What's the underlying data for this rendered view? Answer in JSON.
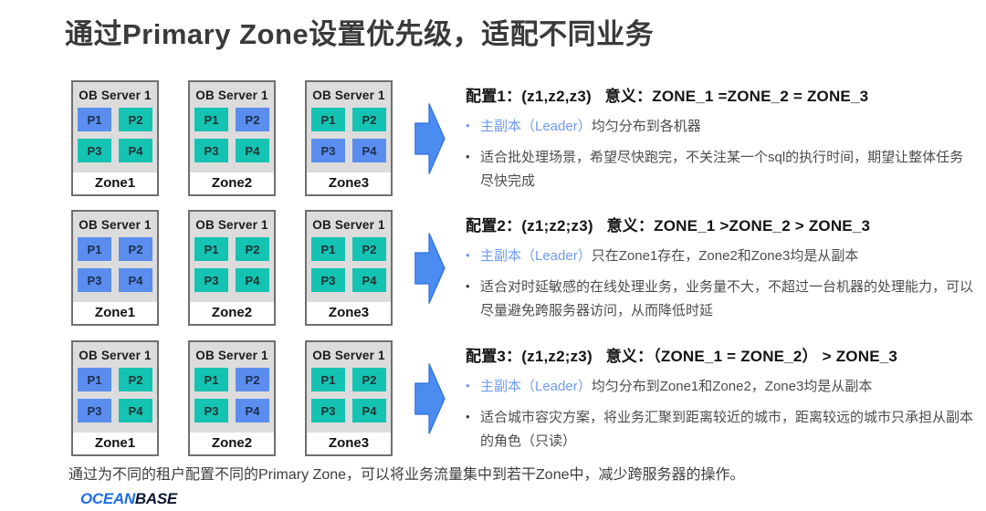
{
  "slide": {
    "title": "通过Primary Zone设置优先级，适配不同业务",
    "footer": "通过为不同的租户配置不同的Primary Zone，可以将业务流量集中到若干Zone中，减少跨服务器的操作。",
    "logo": {
      "ocean": "OCEAN",
      "base": "BASE"
    }
  },
  "server_label": "OB Server 1",
  "colors": {
    "leader_blue": "#5a8dee",
    "follower_teal": "#14c3b2",
    "arrow_fill": "#4a8cf0",
    "arrow_stroke": "#2f6fe0",
    "link_blue": "#6f9bf2",
    "logo_blue": "#1e6bf1",
    "logo_dark": "#0c1530"
  },
  "rows": [
    {
      "zones": [
        {
          "label": "Zone1",
          "partitions": [
            {
              "name": "P1",
              "role": "leader"
            },
            {
              "name": "P2",
              "role": "follower"
            },
            {
              "name": "P3",
              "role": "follower"
            },
            {
              "name": "P4",
              "role": "follower"
            }
          ]
        },
        {
          "label": "Zone2",
          "partitions": [
            {
              "name": "P1",
              "role": "follower"
            },
            {
              "name": "P2",
              "role": "leader"
            },
            {
              "name": "P3",
              "role": "follower"
            },
            {
              "name": "P4",
              "role": "follower"
            }
          ]
        },
        {
          "label": "Zone3",
          "partitions": [
            {
              "name": "P1",
              "role": "follower"
            },
            {
              "name": "P2",
              "role": "follower"
            },
            {
              "name": "P3",
              "role": "leader"
            },
            {
              "name": "P4",
              "role": "leader"
            }
          ]
        }
      ],
      "config": {
        "heading": "配置1：(z1,z2,z3)   意义：ZONE_1 =ZONE_2 = ZONE_3",
        "bullets": [
          {
            "dot": "blue",
            "segments": [
              {
                "text": "主副本（Leader）",
                "blue": true
              },
              {
                "text": "均匀分布到各机器",
                "blue": false
              }
            ]
          },
          {
            "dot": "dark",
            "segments": [
              {
                "text": "适合批处理场景，希望尽快跑完，不关注某一个sql的执行时间，期望让整体任务尽快完成",
                "blue": false
              }
            ]
          }
        ]
      }
    },
    {
      "zones": [
        {
          "label": "Zone1",
          "partitions": [
            {
              "name": "P1",
              "role": "leader"
            },
            {
              "name": "P2",
              "role": "leader"
            },
            {
              "name": "P3",
              "role": "leader"
            },
            {
              "name": "P4",
              "role": "leader"
            }
          ]
        },
        {
          "label": "Zone2",
          "partitions": [
            {
              "name": "P1",
              "role": "follower"
            },
            {
              "name": "P2",
              "role": "follower"
            },
            {
              "name": "P3",
              "role": "follower"
            },
            {
              "name": "P4",
              "role": "follower"
            }
          ]
        },
        {
          "label": "Zone3",
          "partitions": [
            {
              "name": "P1",
              "role": "follower"
            },
            {
              "name": "P2",
              "role": "follower"
            },
            {
              "name": "P3",
              "role": "follower"
            },
            {
              "name": "P4",
              "role": "follower"
            }
          ]
        }
      ],
      "config": {
        "heading": "配置2：(z1;z2;z3)   意义：ZONE_1 >ZONE_2 > ZONE_3",
        "bullets": [
          {
            "dot": "blue",
            "segments": [
              {
                "text": "主副本（Leader）",
                "blue": true
              },
              {
                "text": "只在Zone1存在，Zone2和Zone3均是从副本",
                "blue": false
              }
            ]
          },
          {
            "dot": "dark",
            "segments": [
              {
                "text": "适合对时延敏感的在线处理业务，业务量不大，不超过一台机器的处理能力，可以尽量避免跨服务器访问，从而降低时延",
                "blue": false
              }
            ]
          }
        ]
      }
    },
    {
      "zones": [
        {
          "label": "Zone1",
          "partitions": [
            {
              "name": "P1",
              "role": "leader"
            },
            {
              "name": "P2",
              "role": "follower"
            },
            {
              "name": "P3",
              "role": "leader"
            },
            {
              "name": "P4",
              "role": "follower"
            }
          ]
        },
        {
          "label": "Zone2",
          "partitions": [
            {
              "name": "P1",
              "role": "follower"
            },
            {
              "name": "P2",
              "role": "leader"
            },
            {
              "name": "P3",
              "role": "follower"
            },
            {
              "name": "P4",
              "role": "leader"
            }
          ]
        },
        {
          "label": "Zone3",
          "partitions": [
            {
              "name": "P1",
              "role": "follower"
            },
            {
              "name": "P2",
              "role": "follower"
            },
            {
              "name": "P3",
              "role": "follower"
            },
            {
              "name": "P4",
              "role": "follower"
            }
          ]
        }
      ],
      "config": {
        "heading": "配置3：(z1,z2;z3)   意义：（ZONE_1 = ZONE_2） > ZONE_3",
        "bullets": [
          {
            "dot": "blue",
            "segments": [
              {
                "text": "主副本（Leader）",
                "blue": true
              },
              {
                "text": "均匀分布到Zone1和Zone2，Zone3均是从副本",
                "blue": false
              }
            ]
          },
          {
            "dot": "dark",
            "segments": [
              {
                "text": "适合城市容灾方案，将业务汇聚到距离较近的城市，距离较远的城市只承担从副本的角色（只读）",
                "blue": false
              }
            ]
          }
        ]
      }
    }
  ]
}
